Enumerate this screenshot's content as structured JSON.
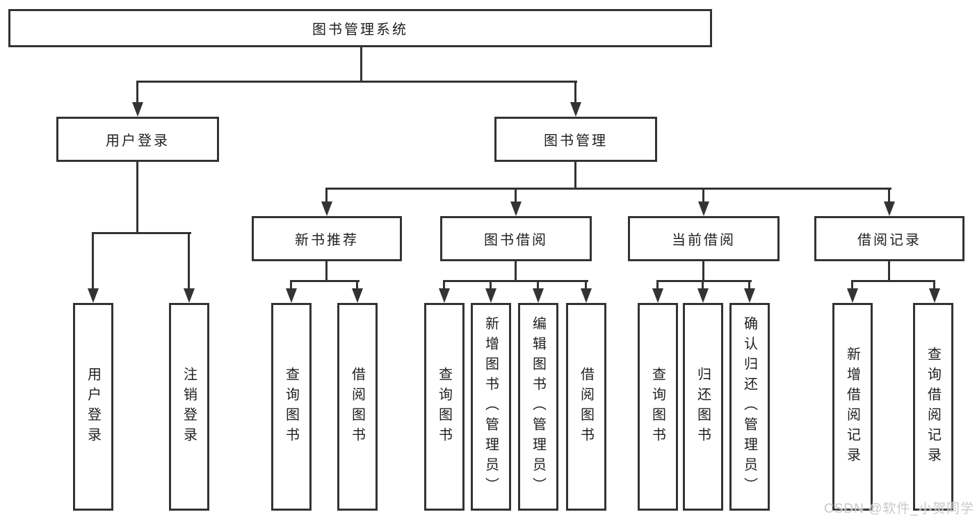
{
  "tree": {
    "root": {
      "label": "图书管理系统"
    },
    "branches": [
      {
        "label": "用户登录",
        "children": [
          {
            "label": "用户登录"
          },
          {
            "label": "注销登录"
          }
        ]
      },
      {
        "label": "图书管理",
        "sections": [
          {
            "label": "新书推荐",
            "children": [
              {
                "label": "查询图书"
              },
              {
                "label": "借阅图书"
              }
            ]
          },
          {
            "label": "图书借阅",
            "children": [
              {
                "label": "查询图书"
              },
              {
                "label": "新增图书（管理员）"
              },
              {
                "label": "编辑图书（管理员）"
              },
              {
                "label": "借阅图书"
              }
            ]
          },
          {
            "label": "当前借阅",
            "children": [
              {
                "label": "查询图书"
              },
              {
                "label": "归还图书"
              },
              {
                "label": "确认归还（管理员）"
              }
            ]
          },
          {
            "label": "借阅记录",
            "children": [
              {
                "label": "新增借阅记录"
              },
              {
                "label": "查询借阅记录"
              }
            ]
          }
        ]
      }
    ]
  },
  "watermark": {
    "text": "CSDN @软件_小贺同学"
  },
  "colors": {
    "line": "#333333",
    "box_border": "#333333",
    "text": "#1f1f1f",
    "background": "#ffffff",
    "watermark": "#c6c6c6"
  }
}
